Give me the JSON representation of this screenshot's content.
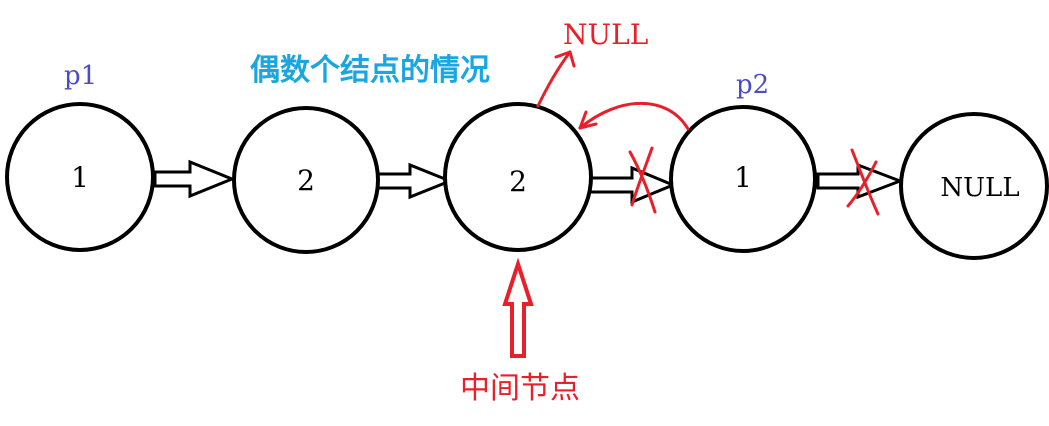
{
  "title": "偶数个结点的情况",
  "middle_label": "中间节点",
  "pointers": {
    "p1": "p1",
    "p2": "p2"
  },
  "nodes": [
    {
      "id": "n1",
      "value": "1"
    },
    {
      "id": "n2",
      "value": "2"
    },
    {
      "id": "n3",
      "value": "2"
    },
    {
      "id": "n4",
      "value": "1"
    },
    {
      "id": "n5",
      "value": "NULL"
    }
  ],
  "redirect_target": "NULL",
  "colors": {
    "title": "#1aa6e0",
    "pointer_label": "#4b4bc8",
    "annotation_red": "#e8202a",
    "stroke": "#000000"
  }
}
